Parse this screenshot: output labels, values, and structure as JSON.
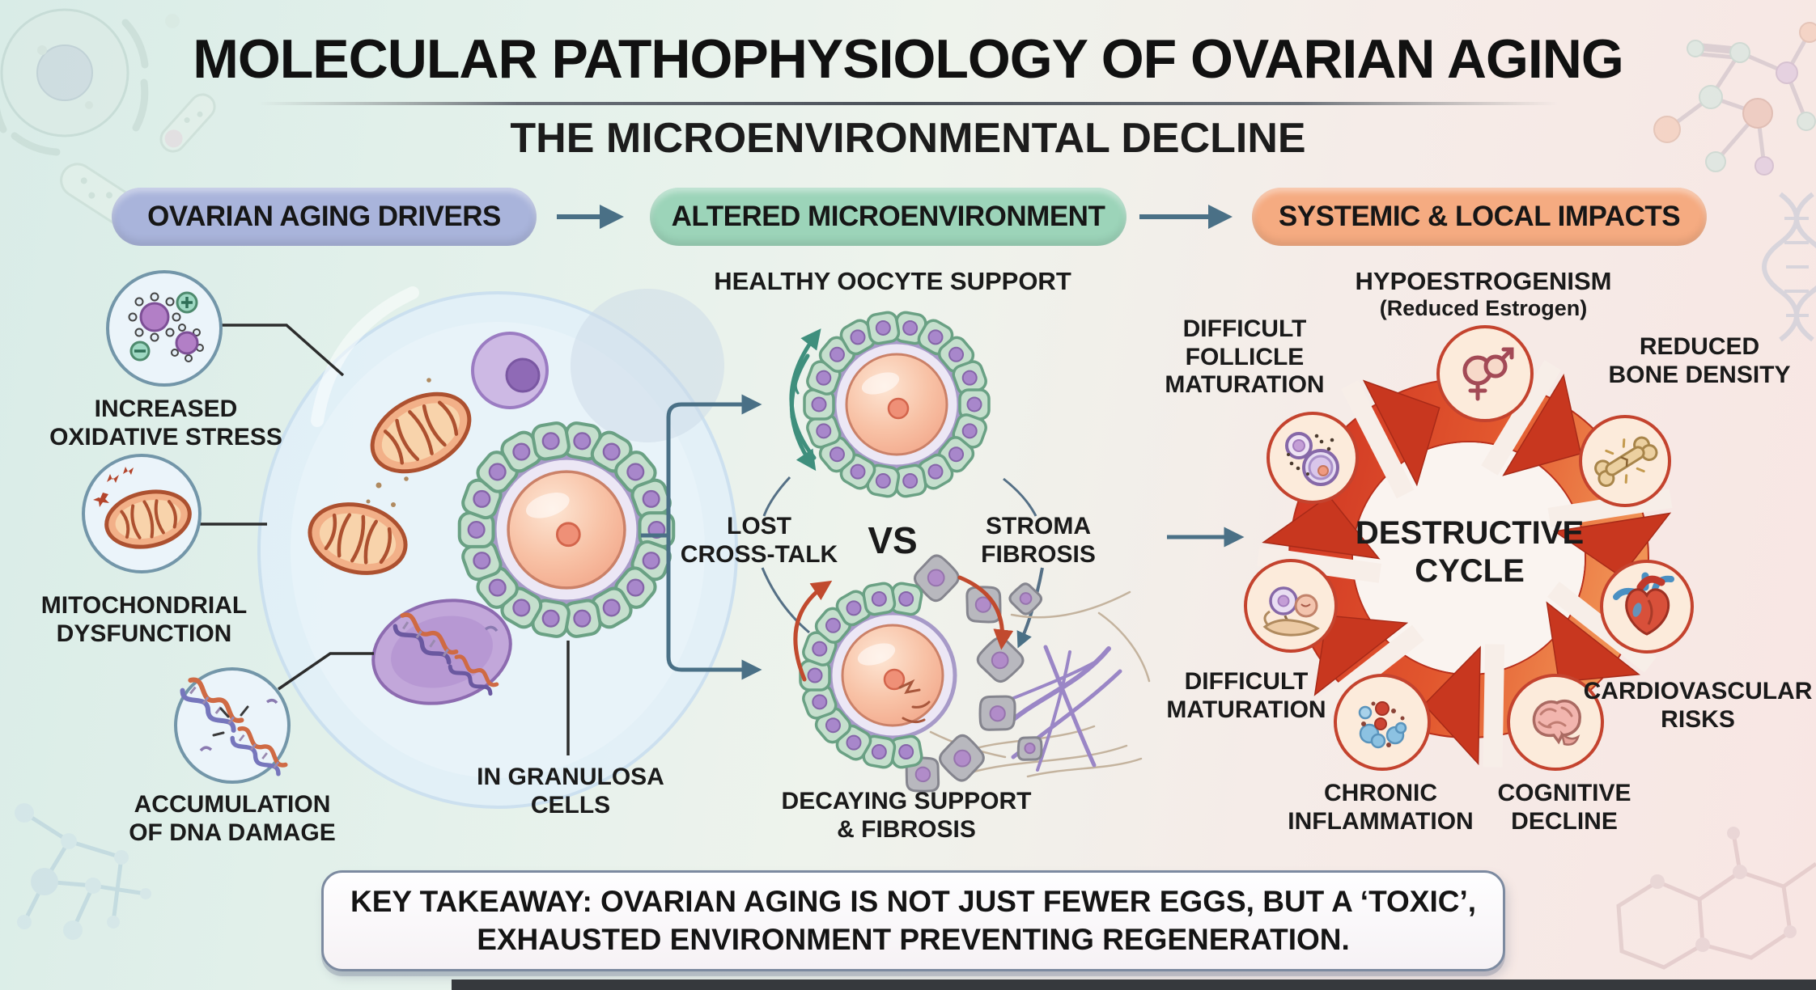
{
  "header": {
    "title": "MOLECULAR PATHOPHYSIOLOGY OF OVARIAN AGING",
    "subtitle": "THE MICROENVIRONMENTAL DECLINE"
  },
  "flow": {
    "stage1": "OVARIAN AGING DRIVERS",
    "stage2": "ALTERED MICROENVIRONMENT",
    "stage3": "SYSTEMIC & LOCAL IMPACTS"
  },
  "colors": {
    "stage1_bg": "#a9b4db",
    "stage2_bg": "#9cd4b9",
    "stage3_bg": "#f5ab81",
    "flow_arrow": "#4a7086",
    "cycle_red": "#c8371f"
  },
  "drivers": {
    "oxidative": {
      "line1": "INCREASED",
      "line2": "OXIDATIVE STRESS",
      "icon": "free-radicals-icon"
    },
    "mitochondrial": {
      "line1": "MITOCHONDRIAL",
      "line2": "DYSFUNCTION",
      "icon": "mitochondrion-icon"
    },
    "dna": {
      "line1": "ACCUMULATION",
      "line2": "OF DNA DAMAGE",
      "icon": "broken-dna-icon"
    },
    "cell_context": {
      "line1": "IN GRANULOSA",
      "line2": "CELLS"
    }
  },
  "microenvironment": {
    "healthy_title": "HEALTHY OOCYTE SUPPORT",
    "lost": {
      "line1": "LOST",
      "line2": "CROSS-TALK"
    },
    "versus": "VS",
    "stroma": {
      "line1": "STROMA",
      "line2": "FIBROSIS"
    },
    "decaying": {
      "line1": "DECAYING SUPPORT",
      "line2": "& FIBROSIS"
    }
  },
  "impacts": {
    "cycle": {
      "line1": "DESTRUCTIVE",
      "line2": "CYCLE"
    },
    "hypoestrogenism": {
      "line1": "HYPOESTROGENISM",
      "line2": "(Reduced Estrogen)",
      "icon": "gender-symbols-icon"
    },
    "bone": {
      "line1": "REDUCED",
      "line2": "BONE DENSITY",
      "icon": "bone-icon"
    },
    "cardio": {
      "line1": "CARDIOVASCULAR",
      "line2": "RISKS",
      "icon": "heart-icon"
    },
    "cognitive": {
      "line1": "COGNITIVE",
      "line2": "DECLINE",
      "icon": "brain-icon"
    },
    "inflammation": {
      "line1": "CHRONIC",
      "line2": "INFLAMMATION",
      "icon": "inflammation-icon"
    },
    "maturation": {
      "line1": "DIFFICULT",
      "line2": "MATURATION",
      "icon": "follicle-hand-icon"
    },
    "follicle_maturation": {
      "line1": "DIFFICULT",
      "line2": "FOLLICLE",
      "line3": "MATURATION",
      "icon": "follicles-icon"
    }
  },
  "takeaway": {
    "line1": "KEY TAKEAWAY: OVARIAN AGING IS NOT JUST FEWER EGGS, BUT A ‘TOXIC’,",
    "line2": "EXHAUSTED ENVIRONMENT PREVENTING REGENERATION."
  }
}
